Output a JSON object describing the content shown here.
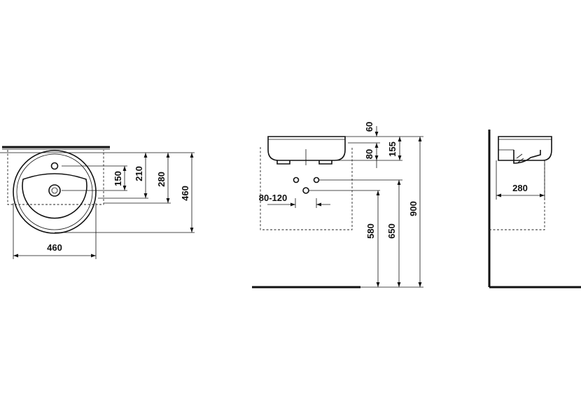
{
  "plan_view": {
    "dim_460_horizontal": "460",
    "dim_150": "150",
    "dim_210": "210",
    "dim_280": "280",
    "dim_460_vertical": "460"
  },
  "front_view": {
    "dim_60": "60",
    "dim_80": "80",
    "dim_155": "155",
    "dim_80_120": "80-120",
    "dim_580": "580",
    "dim_650": "650",
    "dim_900": "900"
  },
  "side_view": {
    "dim_280": "280"
  }
}
